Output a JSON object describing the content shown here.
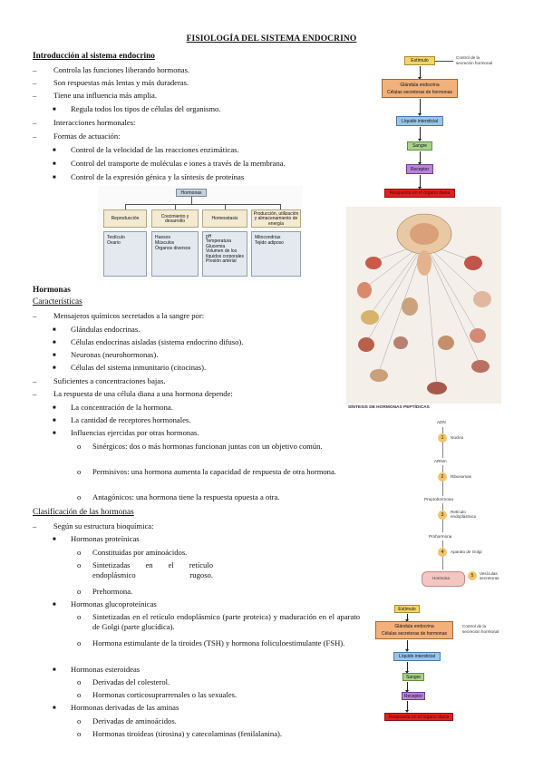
{
  "title": "FISIOLOGÍA DEL SISTEMA ENDOCRINO",
  "intro": {
    "heading": "Introducción al sistema endocrino",
    "items": [
      "Controla las funciones liberando hormonas.",
      "Son respuestas más lentas y más duraderas.",
      "Tiene una influencia más amplia.",
      "Regula todos los tipos de células del organismo.",
      "Interacciones hormonales:",
      "Formas de actuación:",
      "Control de la velocidad de las reacciones enzimáticas.",
      "Control del transporte de moléculas e iones a través de la membrana.",
      "Control de la expresión génica y la síntesis de proteínas"
    ]
  },
  "hormones": {
    "heading": "Hormonas",
    "subheading": "Características",
    "items": [
      "Mensajeros químicos secretados a la sangre por:",
      "Glándulas endocrinas.",
      "Células endocrinas aisladas (sistema endocrino difuso).",
      "Neuronas (neurohormonas).",
      "Células del sistema inmunitario (citocinas).",
      "Suficientes a concentraciones bajas.",
      "La respuesta de una célula diana a una hormona depende:",
      "La concentración de la hormona.",
      "La cantidad de receptores hormonales.",
      "Influencias ejercidas por otras hormonas.",
      "Sinérgicos: dos o más hormonas funcionan juntas con un objetivo común.",
      "Permisivos: una hormona aumenta la capacidad de respuesta de otra hormona.",
      "Antagónicos: una hormona tiene la respuesta opuesta a otra."
    ]
  },
  "classification": {
    "heading": "Clasificación de las hormonas",
    "items": [
      "Según su estructura bioquímica:",
      "Hormonas proteínicas",
      "Constituidas por aminoácidos.",
      "Sintetizadas en el retículo endoplásmico rugoso.",
      "Prehormona.",
      "Hormonas glucoproteínicas",
      "Sintetizadas en el retículo endoplásmico (parte proteica) y maduración en el aparato de Golgi (parte glucídica).",
      "Hormona estimulante de la tiroides (TSH) y hormona foliculoestimulante (FSH).",
      "Hormonas esteroideas",
      "Derivadas del colesterol.",
      "Hormonas corticosuprarrenales o las sexuales.",
      "Hormonas derivadas de las aminas",
      "Derivadas de aminoácidos.",
      "Hormonas tiroideas (tirosina) y catecolaminas (fenilalanina)."
    ]
  },
  "flow_top": {
    "stimulus": "Estímulo",
    "side_note_1": "Control de la",
    "side_note_2": "secreción hormonal",
    "gland_1": "Glándula endocrina",
    "gland_2": "Células secretoras de hormonas",
    "interstitial": "Líquido intersticial",
    "blood": "Sangre",
    "receptor": "Receptor",
    "response": "Respuesta en el órgano diana"
  },
  "hormone_tree": {
    "root": "Hormonas",
    "branches": [
      {
        "title": "Reproducción",
        "items": [
          "Testículo",
          "Ovario"
        ]
      },
      {
        "title": "Crecimiento y desarrollo",
        "items": [
          "Huesos",
          "Músculos",
          "Órganos diversos"
        ]
      },
      {
        "title": "Homeostasis",
        "items": [
          "pH",
          "Temperatura",
          "Glucemia",
          "Volumen de los líquidos corporales",
          "Presión arterial"
        ]
      },
      {
        "title": "Producción, utilización y almacenamiento de energía",
        "items": [
          "Mitocondrias",
          "Tejido adiposo"
        ]
      }
    ]
  },
  "synthesis": {
    "title": "SÍNTESIS DE HORMONAS PEPTÍDICAS",
    "steps": [
      "ADN",
      "Núcleo",
      "ARNm",
      "Ribosomas",
      "Preprohormona",
      "Retículo endoplásmico",
      "Prohormona",
      "Aparato de Golgi",
      "Hormona",
      "Vesículas secretoras"
    ],
    "numbers": [
      "1",
      "2",
      "3",
      "4",
      "5"
    ]
  },
  "flow_bottom": {
    "stimulus": "Estímulo",
    "gland_1": "Glándula endocrina",
    "gland_2": "Células secretoras de hormonas",
    "interstitial": "Líquido intersticial",
    "blood": "Sangre",
    "receptor": "Receptor",
    "response": "Respuesta en el órgano diana",
    "note_1": "Control de la",
    "note_2": "secreción hormonal"
  },
  "colors": {
    "stimulus": "#f3d36a",
    "gland": "#f2b07a",
    "interstitial": "#9dc3e8",
    "blood": "#a8d28c",
    "receptor": "#b884d8",
    "response": "#e02020"
  }
}
